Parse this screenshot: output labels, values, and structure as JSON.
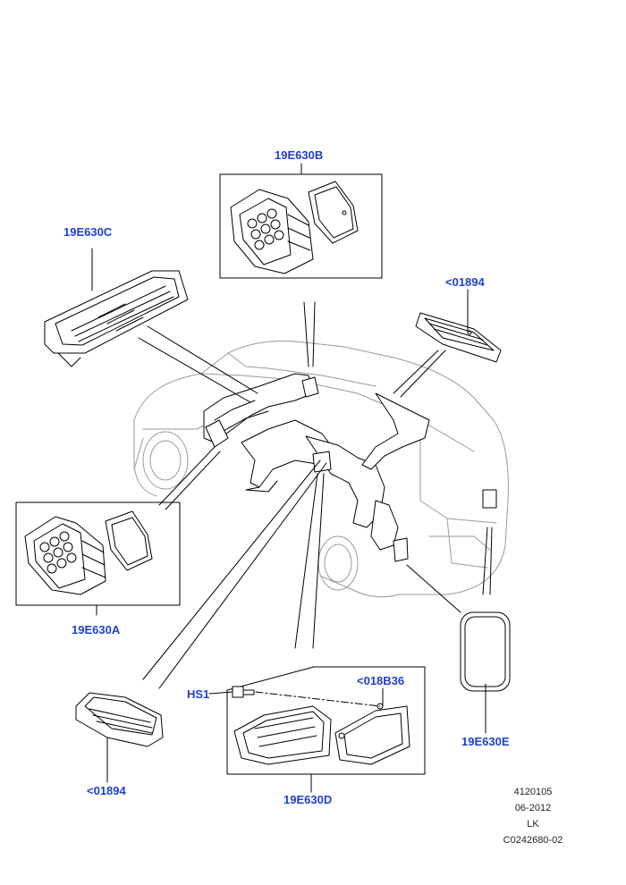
{
  "callouts": {
    "c_19e630b": "19E630B",
    "c_19e630c": "19E630C",
    "c_01894_top": "<01894",
    "c_19e630a": "19E630A",
    "c_hs1": "HS1",
    "c_018b36": "<018B36",
    "c_19e630e": "19E630E",
    "c_01894_bottom": "<01894",
    "c_19e630d": "19E630D"
  },
  "footer": {
    "code": "4120105",
    "date": "06-2012",
    "initials": "LK",
    "ref": "C0242680-02"
  },
  "colors": {
    "callout": "#1f3fd0",
    "line": "#000000"
  }
}
